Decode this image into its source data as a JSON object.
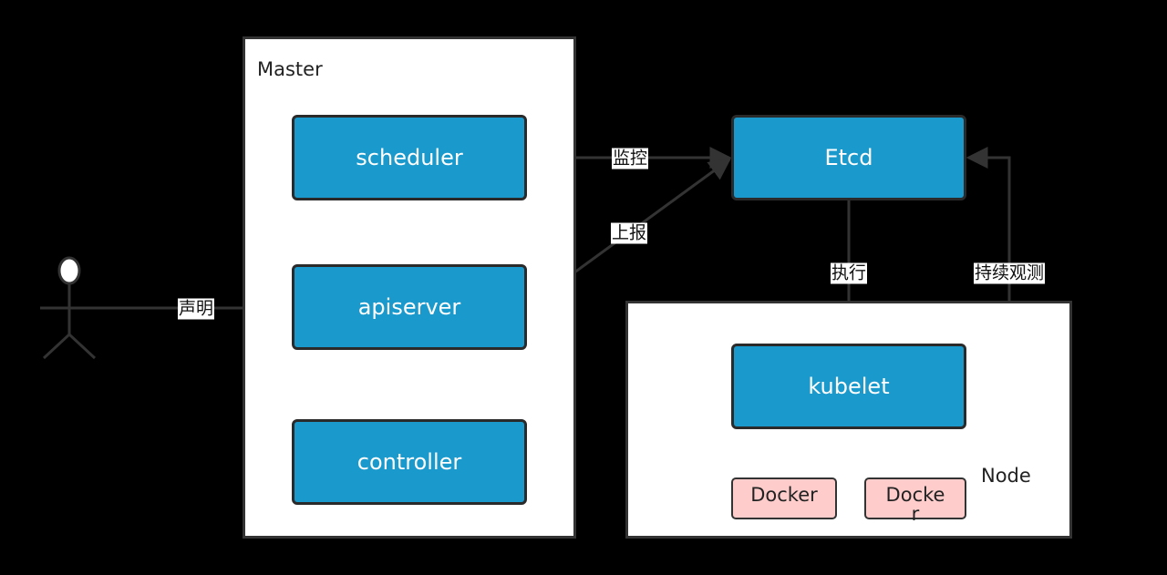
{
  "groups": {
    "master": "Master",
    "node": "Node"
  },
  "components": {
    "scheduler": "scheduler",
    "apiserver": "apiserver",
    "controller": "controller",
    "etcd": "Etcd",
    "kubelet": "kubelet"
  },
  "containers": {
    "docker1": "Docker",
    "docker2": "Docke\nr"
  },
  "edges": {
    "declare": "声明",
    "monitor": "监控",
    "report": "上报",
    "execute": "执行",
    "observe": "持续观测"
  },
  "colors": {
    "component_fill": "#1a99cc",
    "container_fill": "#ffcccc",
    "background": "#000000",
    "group_fill": "#ffffff",
    "line": "#333333"
  }
}
